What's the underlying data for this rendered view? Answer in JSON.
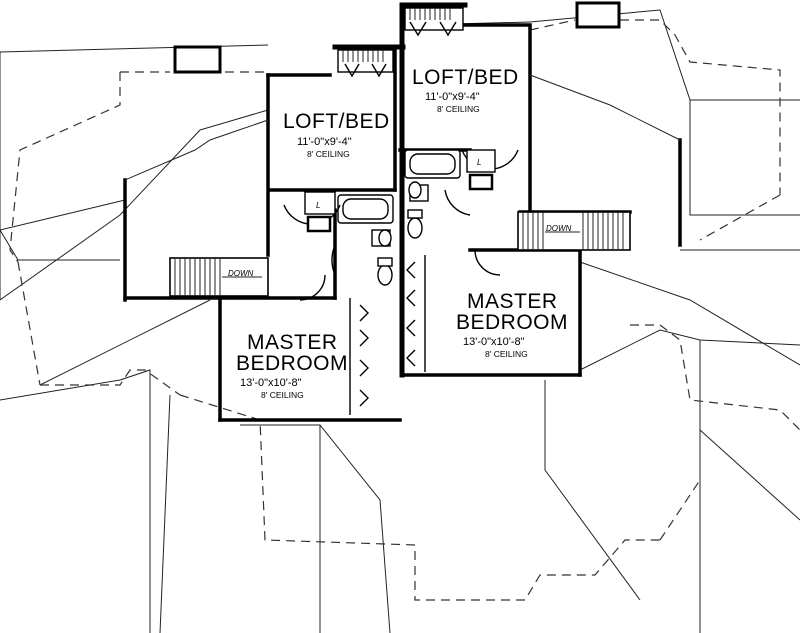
{
  "rooms": {
    "loft_left": {
      "name": "LOFT/BED",
      "dims": "11'-0\"x9'-4\"",
      "ceiling": "8' CEILING"
    },
    "loft_right": {
      "name": "LOFT/BED",
      "dims": "11'-0\"x9'-4\"",
      "ceiling": "8' CEILING"
    },
    "master_left": {
      "name_line1": "MASTER",
      "name_line2": "BEDROOM",
      "dims": "13'-0\"x10'-8\"",
      "ceiling": "8' CEILING"
    },
    "master_right": {
      "name_line1": "MASTER",
      "name_line2": "BEDROOM",
      "dims": "13'-0\"x10'-8\"",
      "ceiling": "8' CEILING"
    }
  },
  "stairs": {
    "left_label": "DOWN",
    "right_label": "DOWN"
  },
  "laundry": {
    "left_label": "L",
    "right_label": "L"
  }
}
